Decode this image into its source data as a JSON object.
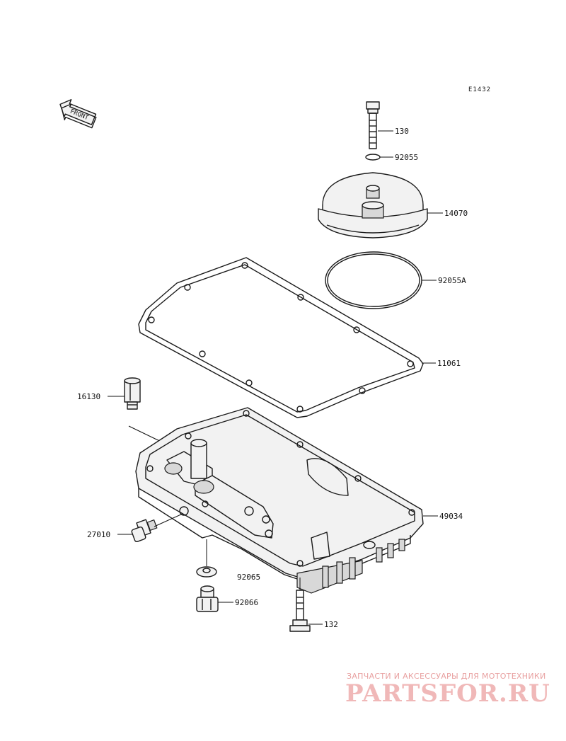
{
  "diagram_code": "E1432",
  "front_label": "FRONT",
  "parts": [
    {
      "id": "bolt-130",
      "number": "130"
    },
    {
      "id": "o-ring-92055",
      "number": "92055"
    },
    {
      "id": "filter-cover-14070",
      "number": "14070"
    },
    {
      "id": "o-ring-92055a",
      "number": "92055A"
    },
    {
      "id": "gasket-11061",
      "number": "11061"
    },
    {
      "id": "fitting-16130",
      "number": "16130"
    },
    {
      "id": "oil-pan-49034",
      "number": "49034"
    },
    {
      "id": "switch-27010",
      "number": "27010"
    },
    {
      "id": "washer-92065",
      "number": "92065"
    },
    {
      "id": "drain-plug-92066",
      "number": "92066"
    },
    {
      "id": "bolt-132",
      "number": "132"
    }
  ],
  "watermark": {
    "tagline": "ЗАПЧАСТИ И АКСЕССУАРЫ ДЛЯ МОТОТЕХНИКИ",
    "logo": "PARTSFOR.RU",
    "color": "#f0b8b8"
  }
}
